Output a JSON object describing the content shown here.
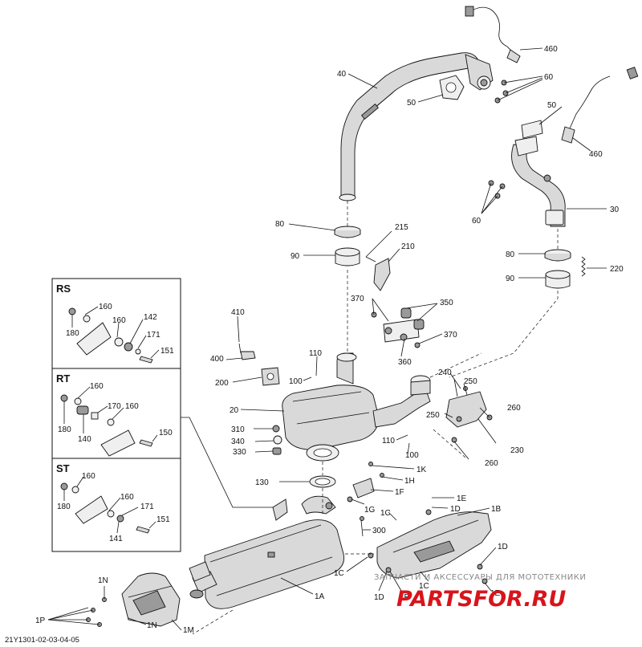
{
  "diagram_ref": "21Y1301-02-03-04-05",
  "watermark": {
    "caption": "ЗАПЧАСТИ И АКСЕССУАРЫ ДЛЯ МОТОТЕХНИКИ",
    "logo": "PARTSFOR.RU"
  },
  "insets": {
    "rs": {
      "title": "RS",
      "callouts": [
        "160",
        "180",
        "160",
        "142",
        "171",
        "151"
      ]
    },
    "rt": {
      "title": "RT",
      "callouts": [
        "160",
        "180",
        "170",
        "160",
        "140",
        "150"
      ]
    },
    "st": {
      "title": "ST",
      "callouts": [
        "160",
        "180",
        "160",
        "171",
        "141",
        "151"
      ]
    }
  },
  "callouts": {
    "c460a": "460",
    "c60a": "60",
    "c40": "40",
    "c50a": "50",
    "c50b": "50",
    "c460b": "460",
    "c60b": "60",
    "c30": "30",
    "c80a": "80",
    "c90a": "90",
    "c215": "215",
    "c210": "210",
    "c80b": "80",
    "c220": "220",
    "c90b": "90",
    "c370a": "370",
    "c350": "350",
    "c370b": "370",
    "c360": "360",
    "c410": "410",
    "c110a": "110",
    "c400": "400",
    "c100a": "100",
    "c200": "200",
    "c240": "240",
    "c250a": "250",
    "c250b": "250",
    "c260a": "260",
    "c20": "20",
    "c310": "310",
    "c110b": "110",
    "c340": "340",
    "c100b": "100",
    "c230": "230",
    "c330": "330",
    "c260b": "260",
    "c1k": "1K",
    "c1h": "1H",
    "c130": "130",
    "c1f": "1F",
    "c1e": "1E",
    "c1d": "1D",
    "c1g": "1G",
    "c1b": "1B",
    "c1c": "1C",
    "c300": "300",
    "c1cb": "1C",
    "c1d2": "1D",
    "c1cc": "1C",
    "c1a": "1A",
    "c1n": "1N",
    "c1d3": "1D",
    "c1e2": "1E",
    "c1p": "1P",
    "c1n2": "1N",
    "c1m": "1M",
    "c1e3": "1E"
  }
}
